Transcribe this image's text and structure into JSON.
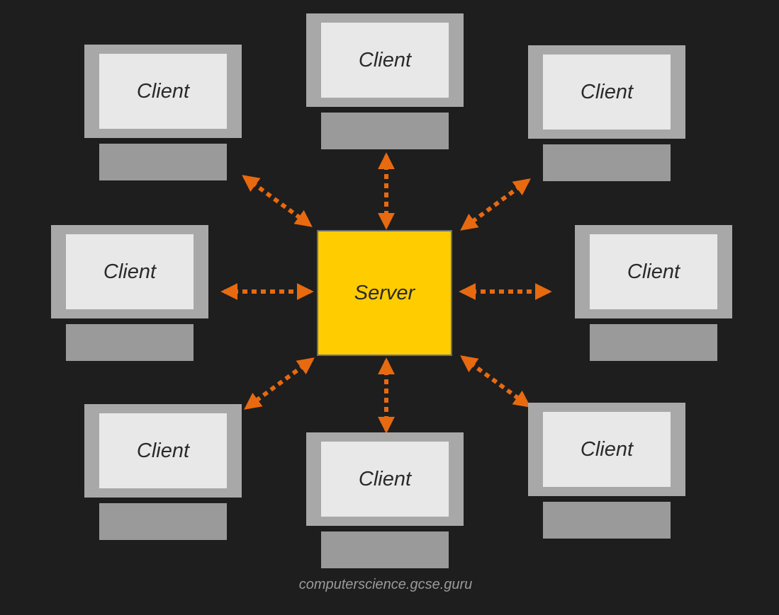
{
  "diagram": {
    "server_label": "Server",
    "client_label": "Client",
    "watermark": "computerscience.gcse.guru",
    "colors": {
      "background": "#1e1e1e",
      "server_fill": "#ffcc00",
      "client_frame": "#a8a8a8",
      "client_screen": "#e8e8e8",
      "client_base": "#9a9a9a",
      "arrow": "#e86a10"
    }
  }
}
